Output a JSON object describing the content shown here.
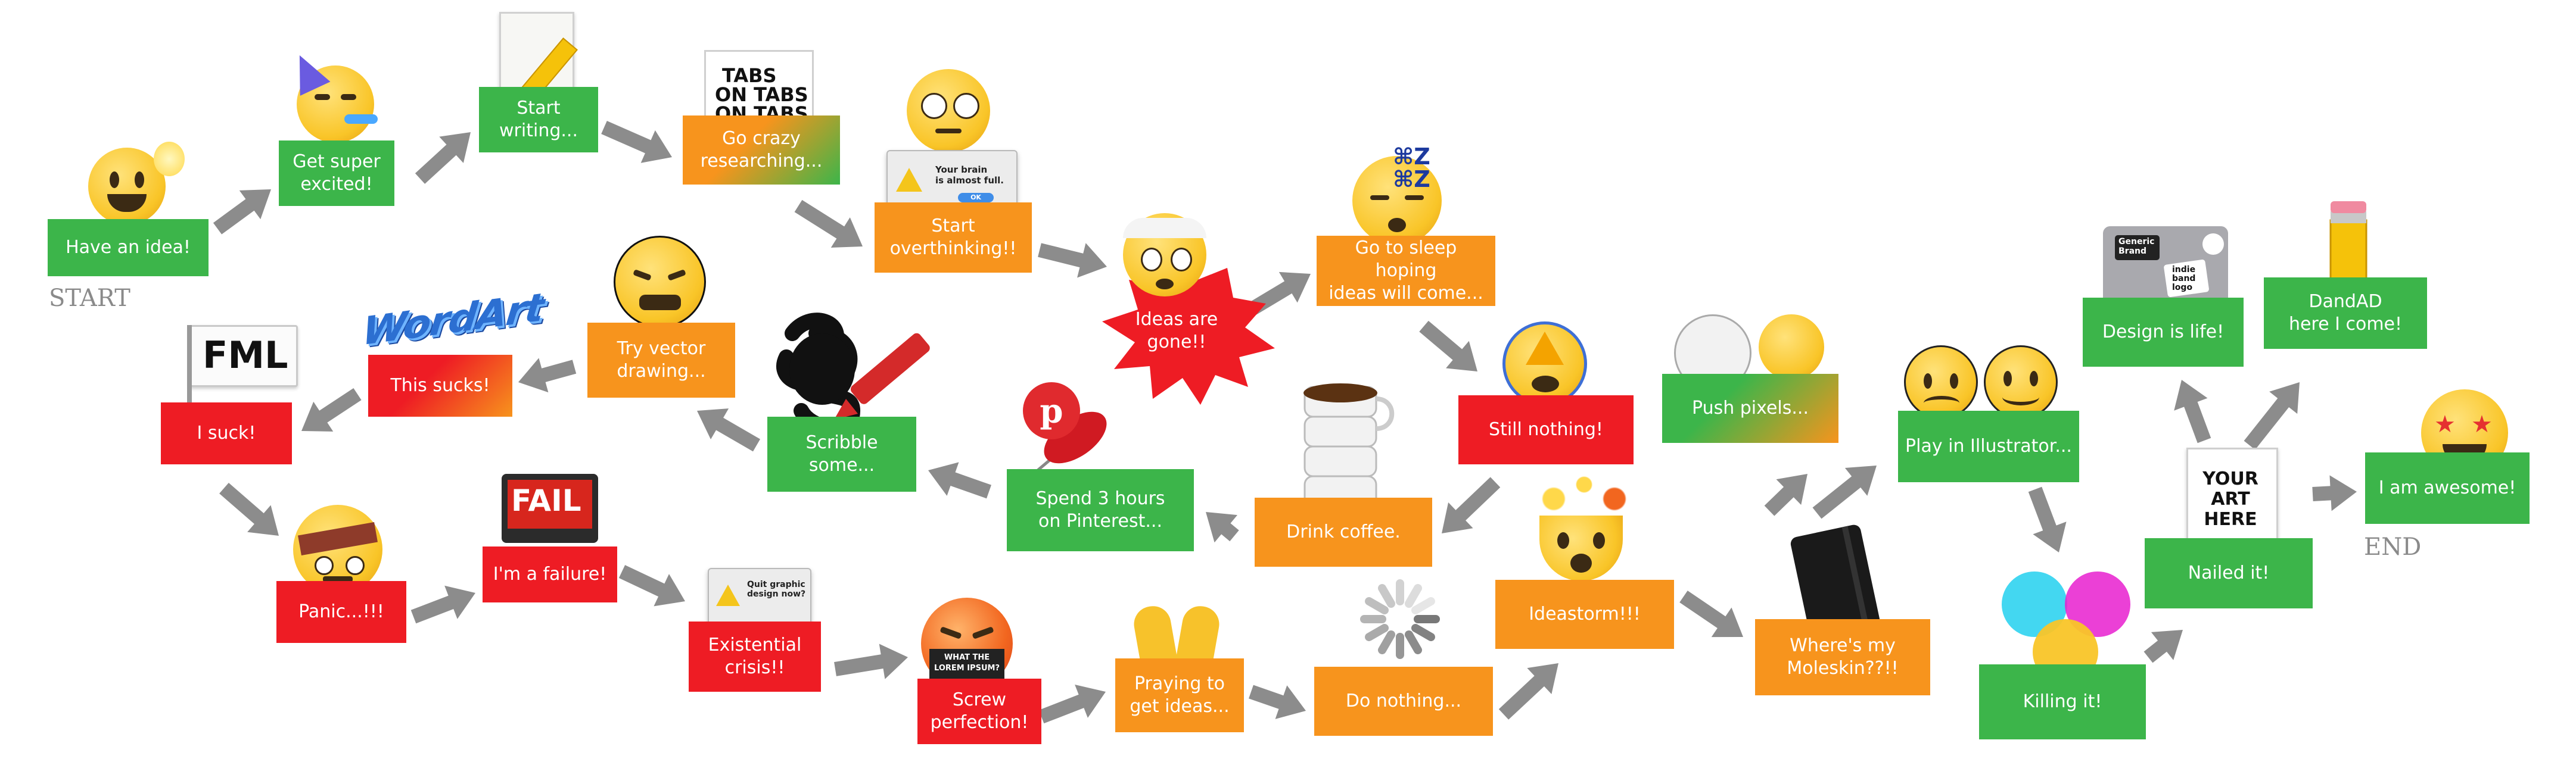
{
  "start_label": "START",
  "end_label": "END",
  "steps": [
    {
      "id": "have-idea",
      "label": "Have an idea!",
      "color": "#3cb54a",
      "icon": "idea-emoji-icon"
    },
    {
      "id": "super-excited",
      "label": "Get super\nexcited!",
      "color": "#3cb54a",
      "icon": "party-emoji-icon"
    },
    {
      "id": "start-writing",
      "label": "Start\nwriting...",
      "color": "#3cb54a",
      "icon": "writing-paper-icon"
    },
    {
      "id": "go-researching",
      "label": "Go crazy\nresearching...",
      "color": "#f7941d",
      "icon": "tabs-icon"
    },
    {
      "id": "start-overthinking",
      "label": "Start\noverthinking!!",
      "color": "#f7941d",
      "icon": "brain-full-dialog-icon"
    },
    {
      "id": "ideas-gone",
      "label": "Ideas are\ngone!!",
      "color": "#ee1c24",
      "icon": "bandaged-emoji-icon"
    },
    {
      "id": "sleep-hoping",
      "label": "Go to sleep hoping\nideas will come...",
      "color": "#f7941d",
      "icon": "sleeping-emoji-icon"
    },
    {
      "id": "still-nothing",
      "label": "Still nothing!",
      "color": "#ee1c24",
      "icon": "warning-emoji-icon"
    },
    {
      "id": "drink-coffee",
      "label": "Drink coffee.",
      "color": "#f7941d",
      "icon": "coffee-cups-icon"
    },
    {
      "id": "pinterest",
      "label": "Spend 3 hours\non Pinterest...",
      "color": "#3cb54a",
      "icon": "pinterest-pin-icon"
    },
    {
      "id": "scribble",
      "label": "Scribble\nsome...",
      "color": "#3cb54a",
      "icon": "crayon-scribble-icon"
    },
    {
      "id": "vector-drawing",
      "label": "Try vector\ndrawing...",
      "color": "#f7941d",
      "icon": "vector-emoji-icon"
    },
    {
      "id": "this-sucks",
      "label": "This sucks!",
      "color": "#ee1c24",
      "icon": "wordart-icon"
    },
    {
      "id": "i-suck",
      "label": "I suck!",
      "color": "#ee1c24",
      "icon": "fml-flag-icon"
    },
    {
      "id": "panic",
      "label": "Panic...!!!",
      "color": "#ee1c24",
      "icon": "panic-emoji-icon"
    },
    {
      "id": "failure",
      "label": "I'm a failure!",
      "color": "#ee1c24",
      "icon": "fail-monitor-icon"
    },
    {
      "id": "existential",
      "label": "Existential\ncrisis!!",
      "color": "#ee1c24",
      "icon": "quit-dialog-icon"
    },
    {
      "id": "screw-perfection",
      "label": "Screw\nperfection!",
      "color": "#ee1c24",
      "icon": "angry-emoji-icon"
    },
    {
      "id": "praying",
      "label": "Praying to\nget ideas...",
      "color": "#f7941d",
      "icon": "praying-hands-icon"
    },
    {
      "id": "do-nothing",
      "label": "Do nothing...",
      "color": "#f7941d",
      "icon": "loading-spinner-icon"
    },
    {
      "id": "ideastorm",
      "label": "Ideastorm!!!",
      "color": "#f7941d",
      "icon": "mind-blown-emoji-icon"
    },
    {
      "id": "moleskin",
      "label": "Where's my\nMoleskin??!!",
      "color": "#f7941d",
      "icon": "notebook-icon"
    },
    {
      "id": "push-pixels",
      "label": "Push pixels...",
      "color": "#3cb54a",
      "icon": "pixel-faces-icon"
    },
    {
      "id": "illustrator",
      "label": "Play in Illustrator...",
      "color": "#3cb54a",
      "icon": "sad-happy-faces-icon"
    },
    {
      "id": "killing-it",
      "label": "Killing it!",
      "color": "#3cb54a",
      "icon": "rgb-faces-icon"
    },
    {
      "id": "nailed-it",
      "label": "Nailed it!",
      "color": "#3cb54a",
      "icon": "your-art-here-icon"
    },
    {
      "id": "design-is-life",
      "label": "Design is life!",
      "color": "#3cb54a",
      "icon": "laptop-icon"
    },
    {
      "id": "dandad",
      "label": "DandAD\nhere I come!",
      "color": "#3cb54a",
      "icon": "pencil-icon"
    },
    {
      "id": "awesome",
      "label": "I am awesome!",
      "color": "#3cb54a",
      "icon": "star-eyes-emoji-icon"
    }
  ],
  "icon_text": {
    "tabs": [
      "TABS",
      "ON TABS",
      "ON TABS"
    ],
    "brain_dialog": "Your brain\nis almost full.",
    "brain_dialog_ok": "OK",
    "wordart": "WordArt",
    "fml": "FML",
    "fail": "FAIL",
    "quit_dialog": "Quit graphic\ndesign now?",
    "angry_mask": "WHAT THE\nLOREM IPSUM?",
    "your_art": "YOUR\nART\nHERE",
    "laptop_sticker_1": "Generic\nBrand",
    "laptop_sticker_2": "indie\nband\nlogo",
    "sleep_symbols": "⌘Z\n⌘Z"
  },
  "colors": {
    "green": "#3cb54a",
    "orange": "#f7941d",
    "red": "#ee1c24",
    "arrow": "#8c8c8c",
    "emoji": "#f9c528"
  }
}
